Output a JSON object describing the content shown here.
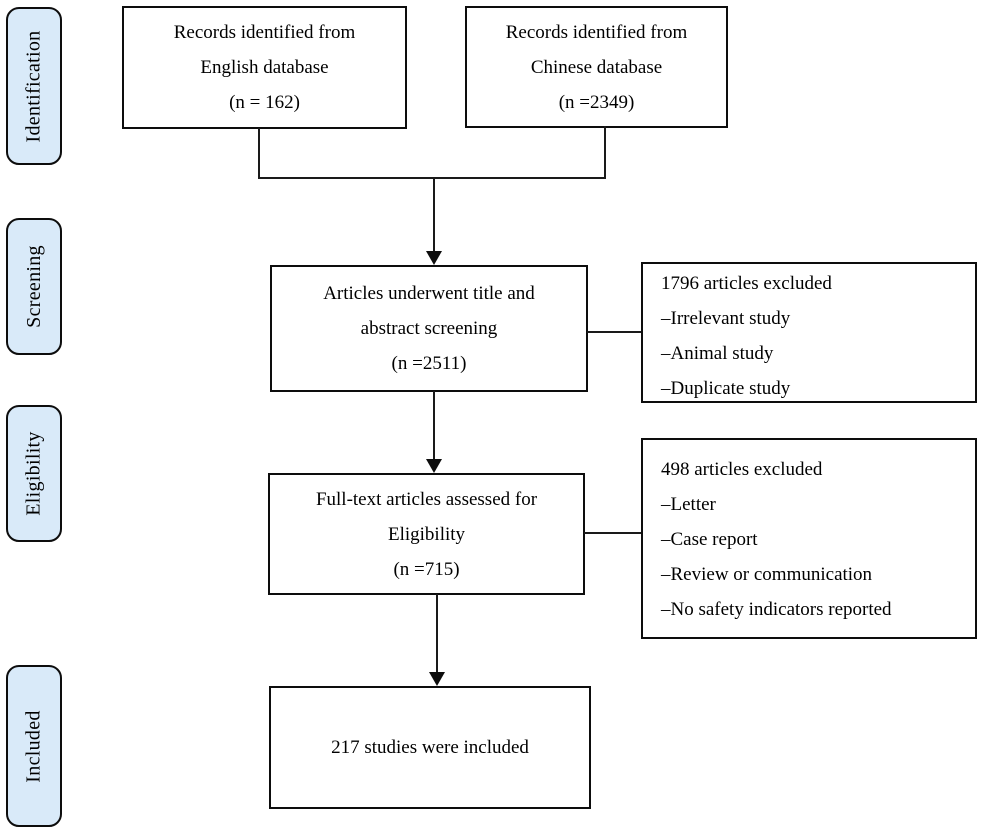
{
  "stages": [
    {
      "label": "Identification"
    },
    {
      "label": "Screening"
    },
    {
      "label": "Eligibility"
    },
    {
      "label": "Included"
    }
  ],
  "boxes": {
    "english": {
      "lines": [
        "Records identified from",
        "English database",
        "(n = 162)"
      ]
    },
    "chinese": {
      "lines": [
        "Records identified from",
        "Chinese database",
        "(n =2349)"
      ]
    },
    "screening": {
      "lines": [
        "Articles underwent title and",
        "abstract screening",
        "(n =2511)"
      ]
    },
    "excluded_screening": {
      "title": "1796 articles excluded",
      "items": [
        "–Irrelevant study",
        "–Animal study",
        "–Duplicate study"
      ]
    },
    "eligibility": {
      "lines": [
        "Full-text articles assessed for",
        "Eligibility",
        "(n =715)"
      ]
    },
    "excluded_eligibility": {
      "title": "498 articles excluded",
      "items": [
        "–Letter",
        "–Case report",
        "–Review or communication",
        "–No safety indicators reported"
      ]
    },
    "included": {
      "lines": [
        "217 studies were included"
      ]
    }
  },
  "colors": {
    "stage_fill": "#d9eaf9",
    "border": "#0d0d0d",
    "text": "#000000"
  }
}
